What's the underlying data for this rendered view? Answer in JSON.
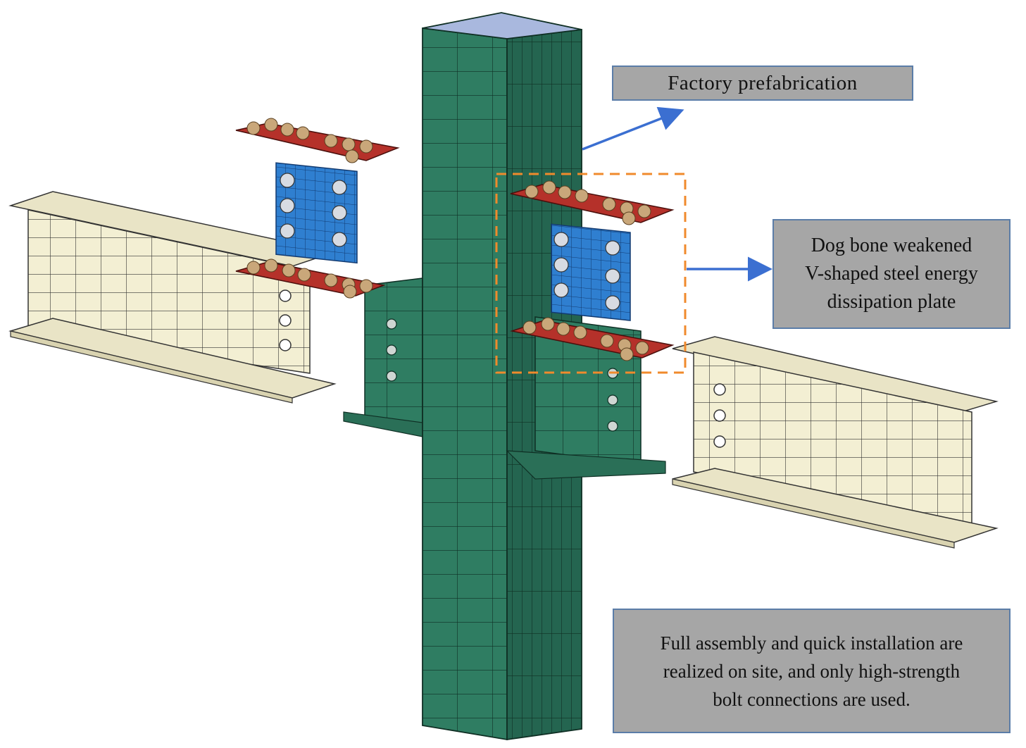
{
  "callouts": {
    "factory": "Factory prefabrication",
    "plate_lines": [
      "Dog bone weakened",
      "V-shaped steel energy",
      "dissipation plate"
    ],
    "assembly_lines": [
      "Full assembly and quick installation are",
      "realized on site, and only high-strength",
      "bolt connections are used."
    ]
  },
  "colors": {
    "column": "#2f7d62",
    "column_dark": "#23604b",
    "column_top": "#a9b8de",
    "beam": "#f3efd3",
    "flange_plate": "#b5312a",
    "web_plate": "#2f7fd0",
    "bolt": "#c9a77a",
    "arrow": "#3b6fd1",
    "dashed_box": "#f08a2c",
    "callout_fill": "#a6a6a6"
  }
}
